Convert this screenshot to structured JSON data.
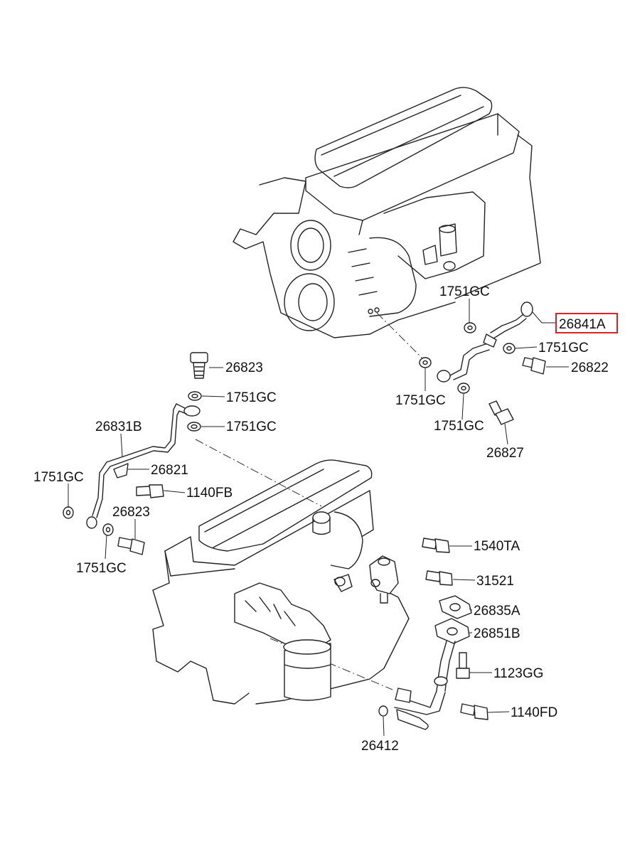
{
  "colors": {
    "line": "#222222",
    "highlight": "#e02020",
    "background": "#ffffff"
  },
  "highlighted_part": "26841A",
  "labels": {
    "p_1751gc_a": "1751GC",
    "p_26841a": "26841A",
    "p_1751gc_b": "1751GC",
    "p_26822": "26822",
    "p_1751gc_c": "1751GC",
    "p_1751gc_d": "1751GC",
    "p_26827": "26827",
    "p_26823_a": "26823",
    "p_1751gc_e": "1751GC",
    "p_1751gc_f": "1751GC",
    "p_26831b": "26831B",
    "p_26821": "26821",
    "p_1751gc_g": "1751GC",
    "p_1140fb": "1140FB",
    "p_26823_b": "26823",
    "p_1751gc_h": "1751GC",
    "p_1540ta": "1540TA",
    "p_31521": "31521",
    "p_26835a": "26835A",
    "p_26851b": "26851B",
    "p_1123gg": "1123GG",
    "p_1140fd": "1140FD",
    "p_26412": "26412"
  }
}
